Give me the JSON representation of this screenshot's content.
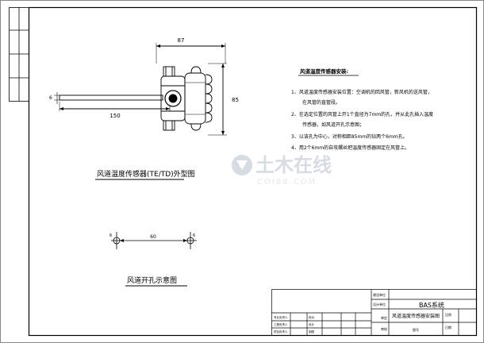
{
  "drawing": {
    "sensor_caption": "风道温度传感器(TE/TD)外型图",
    "hole_caption": "风道开孔示意图",
    "dimensions": {
      "width_top": "87",
      "height_right": "85",
      "probe_length": "150",
      "probe_dia": "6",
      "hole_spacing": "60",
      "hole_dia_left": "6",
      "hole_dia_right": "6"
    }
  },
  "notes": {
    "title": "风道温度传感器安装:",
    "items": [
      "1、风道温度传感器安装位置：空调机的回风管，新风机的送风管，",
      "在风管的直管段。",
      "2、在选定位置的风管上开1个直径为7mm的孔，并从此孔插入温度",
      "传感器，如风道开孔示意图；",
      "3、以该孔为中心，对称相距85mm的钻两个6mm孔。",
      "4、用2个6mm的自攻螺丝把温度传感器固定在风管上。"
    ]
  },
  "watermark": {
    "brand": "土木在线",
    "site": "COI88.COM"
  },
  "title_block": {
    "project_label": "建设单位",
    "design_label": "设计单位",
    "system_name": "BAS系统",
    "drawing_name": "风道温度传感器安装图",
    "drawing_no_label": "图号",
    "scale_label": "比例",
    "date_label": "日期",
    "approver_label": "审定",
    "checker_label": "审核",
    "row_labels": [
      "校对",
      "设计",
      "制图"
    ],
    "sign_labels": [
      "专业负责人",
      "工程负责人",
      "项目负责人"
    ]
  },
  "colors": {
    "line": "#000000",
    "watermark": "#d6dce2",
    "watermark_text": "#e3e7ec"
  }
}
